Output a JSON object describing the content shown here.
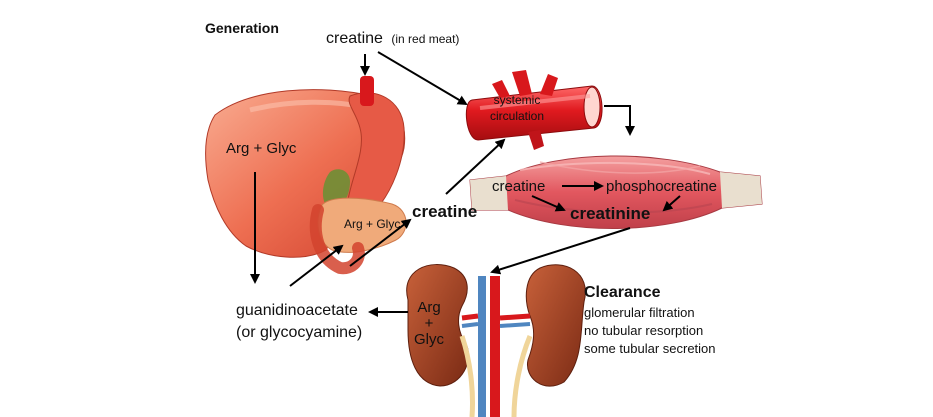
{
  "diagram": {
    "generation_heading": "Generation",
    "creatine_top": "creatine",
    "creatine_top_note": "(in red meat)",
    "vessel_label_line1": "systemic",
    "vessel_label_line2": "circulation",
    "liver_label": "Arg + Glyc",
    "pancreas_label": "Arg + Glyc",
    "creatine_center": "creatine",
    "muscle_creatine": "creatine",
    "muscle_phosphocreatine": "phosphocreatine",
    "muscle_creatinine": "creatinine",
    "guanidinoacetate_line1": "guanidinoacetate",
    "guanidinoacetate_line2": "(or glycocyamine)",
    "kidney_label_line1": "Arg",
    "kidney_label_line2": "+",
    "kidney_label_line3": "Glyc",
    "clearance_heading": "Clearance",
    "clearance_items": [
      "glomerular filtration",
      "no tubular resorption",
      "some tubular secretion"
    ]
  },
  "colors": {
    "liver": "#ec6a50",
    "liver_light": "#f6a48d",
    "artery": "#d8181c",
    "muscle": "#e7656b",
    "tendon": "#e7dccb",
    "kidney": "#a34023",
    "vein": "#4f86c0",
    "ureter": "#f0d59a",
    "gallbladder": "#6e8f35",
    "pancreas": "#eca373",
    "arrow": "#000000"
  }
}
